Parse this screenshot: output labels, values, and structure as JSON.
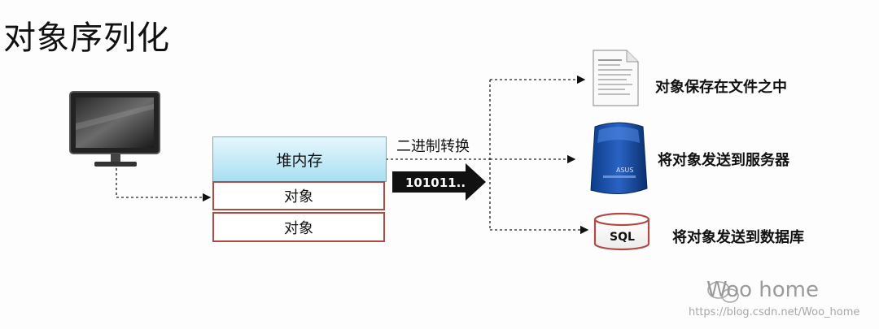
{
  "title": "对象序列化",
  "heap": {
    "label": "堆内存",
    "objects": [
      "对象",
      "对象"
    ]
  },
  "conversion": {
    "label": "二进制转换",
    "binary": "101011.."
  },
  "destinations": [
    {
      "label": "对象保存在文件之中",
      "icon": "document-icon"
    },
    {
      "label": "将对象发送到服务器",
      "icon": "server-icon",
      "brand": "ASUS"
    },
    {
      "label": "将对象发送到数据库",
      "icon": "database-icon",
      "db_text": "SQL"
    }
  ],
  "watermark": {
    "brand": "Woo home",
    "url": "https://blog.csdn.net/Woo_home"
  },
  "colors": {
    "heap_fill": "#a9def2",
    "object_border": "#b04a45",
    "arrow": "#111111"
  }
}
